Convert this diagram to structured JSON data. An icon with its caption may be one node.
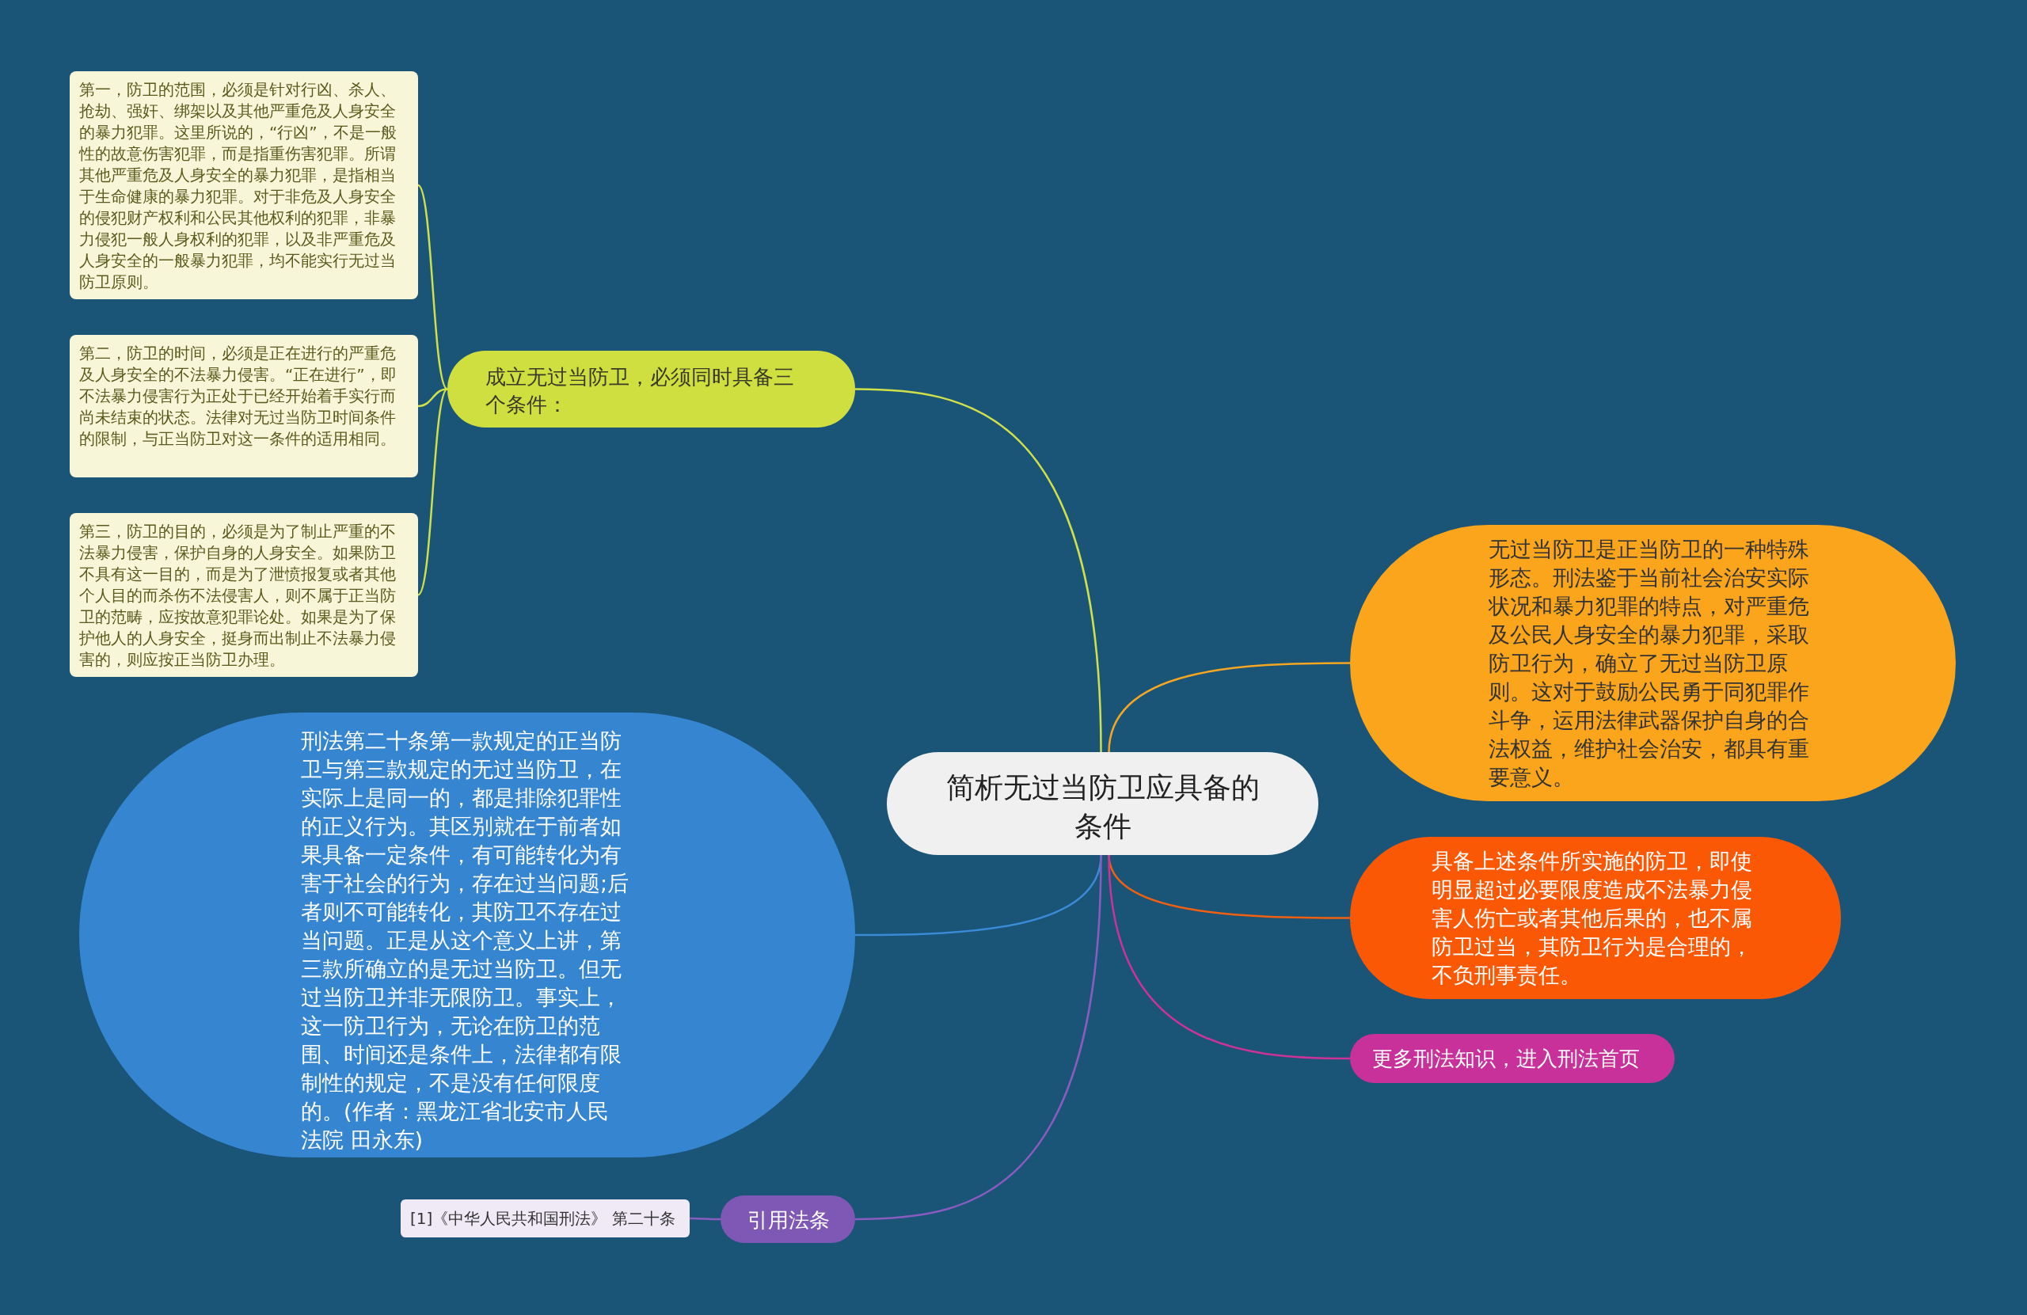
{
  "diagram": {
    "nodes": [
      {
        "text": [
          "简析无过当防卫应具备的条件"
        ]
      },
      {
        "text": [
          "成立无过当防卫，必须同时具备三个条件："
        ]
      },
      {
        "text": [
          "第一，防卫的范围，必须是针对行凶、杀人、抢劫、强奸、绑架以及其他严重危及人身安全的暴力犯罪。这里所说的，“行凶”，不是一般性的故意伤害犯罪，而是指重伤害犯罪。所谓其他严重危及人身安全的暴力犯罪，是指相当于生命健康的暴力犯罪。对于非危及人身安全的侵犯财产权利和公民其他权利的犯罪，非暴力侵犯一般人身权利的犯罪，以及非严重危及人身安全的一般暴力犯罪，均不能实行无过当防卫原则。"
        ]
      },
      {
        "text": [
          "第二，防卫的时间，必须是正在进行的严重危及人身安全的不法暴力侵害。“正在进行”，即不法暴力侵害行为正处于已经开始着手实行而尚未结束的状态。法律对无过当防卫时间条件的限制，与正当防卫对这一条件的适用相同。"
        ]
      },
      {
        "text": [
          "第三，防卫的目的，必须是为了制止严重的不法暴力侵害，保护自身的人身安全。如果防卫不具有这一目的，而是为了泄愤报复或者其他个人目的而杀伤不法侵害人，则不属于正当防卫的范畴，应按故意犯罪论处。如果是为了保护他人的人身安全，挺身而出制止不法暴力侵害的，则应按正当防卫办理。"
        ]
      },
      {
        "text": [
          "刑法第二十条第一款规定的正当防卫与第三款规定的无过当防卫，在实际上是同一的，都是排除犯罪性的正义行为。其区别就在于前者如果具备一定条件，有可能转化为有害于社会的行为，存在过当问题;后者则不可能转化，其防卫不存在过当问题。正是从这个意义上讲，第三款所确立的是无过当防卫。但无过当防卫并非无限防卫。事实上，这一防卫行为，无论在防卫的范围、时间还是条件上，法律都有限制性的规定，不是没有任何限度的。(作者：黑龙江省北安市人民法院 田永东)"
        ]
      },
      {
        "text": [
          "[1]《中华人民共和国刑法》 第二十条"
        ]
      },
      {
        "text": [
          "引用法条"
        ]
      },
      {
        "text": [
          "无过当防卫是正当防卫的一种特殊形态。刑法鉴于当前社会治安实际状况和暴力犯罪的特点，对严重危及公民人身安全的暴力犯罪，采取防卫行为，确立了无过当防卫原则。这对于鼓励公民勇于同犯罪作斗争，运用法律武器保护自身的合法权益，维护社会治安，都具有重要意义。"
        ]
      },
      {
        "text": [
          "具备上述条件所实施的防卫，即使明显超过必要限度造成不法暴力侵害人伤亡或者其他后果的，也不属防卫过当，其防卫行为是合理的，不负刑事责任。"
        ]
      },
      {
        "text": [
          "更多刑法知识，进入刑法首页"
        ]
      }
    ],
    "edges": [
      {
        "from": 0,
        "to": 1,
        "arrow": "none",
        "color": "#cfe04a"
      },
      {
        "from": 1,
        "to": 2,
        "arrow": "none",
        "color": "#cfe04a"
      },
      {
        "from": 1,
        "to": 3,
        "arrow": "none",
        "color": "#cfe04a"
      },
      {
        "from": 1,
        "to": 4,
        "arrow": "none",
        "color": "#cfe04a"
      },
      {
        "from": 0,
        "to": 5,
        "arrow": "none",
        "color": "#3a8ad6"
      },
      {
        "from": 0,
        "to": 7,
        "arrow": "none",
        "color": "#8a5cc0"
      },
      {
        "from": 7,
        "to": 6,
        "arrow": "none",
        "color": "#8a5cc0"
      },
      {
        "from": 0,
        "to": 8,
        "arrow": "none",
        "color": "#f5a623"
      },
      {
        "from": 0,
        "to": 9,
        "arrow": "none",
        "color": "#f06010"
      },
      {
        "from": 0,
        "to": 10,
        "arrow": "none",
        "color": "#cc3399"
      }
    ]
  }
}
